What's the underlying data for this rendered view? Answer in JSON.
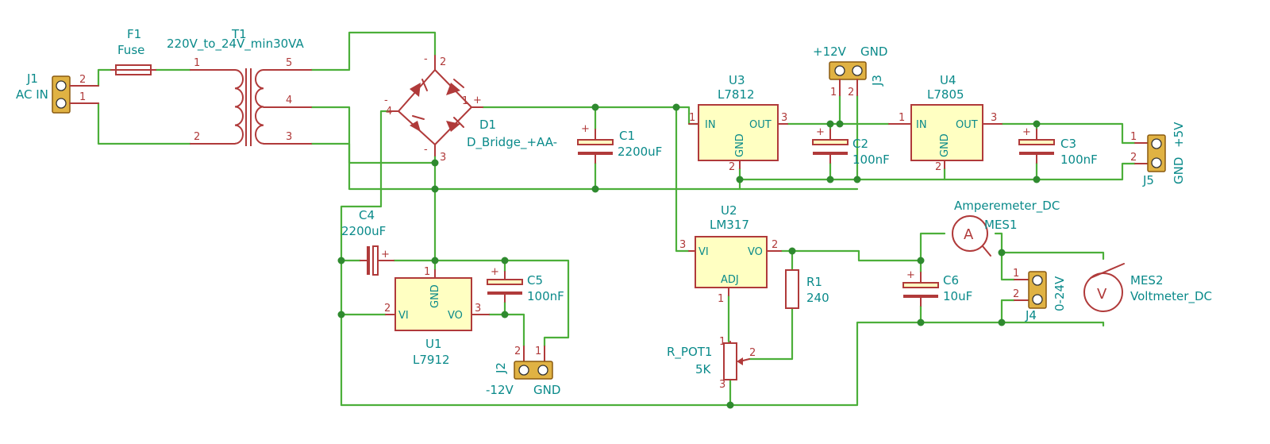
{
  "components": {
    "j1": {
      "ref": "J1",
      "value": "AC IN",
      "pins": [
        "2",
        "1"
      ]
    },
    "f1": {
      "ref": "F1",
      "value": "Fuse"
    },
    "t1": {
      "ref": "T1",
      "value": "220V_to_24V_min30VA",
      "pins": [
        "1",
        "2",
        "5",
        "4",
        "3"
      ]
    },
    "d1": {
      "ref": "D1",
      "value": "D_Bridge_+AA-",
      "pins": [
        "2",
        "4",
        "3",
        "1"
      ],
      "signs": [
        "-",
        "-",
        "-",
        "+"
      ]
    },
    "c1": {
      "ref": "C1",
      "value": "2200uF"
    },
    "u3": {
      "ref": "U3",
      "value": "L7812",
      "pin_in": "IN",
      "pin_out": "OUT",
      "pin_gnd": "GND",
      "pins": [
        "1",
        "3",
        "2"
      ]
    },
    "j3": {
      "ref": "J3",
      "label_a": "+12V",
      "label_b": "GND",
      "pins": [
        "1",
        "2"
      ]
    },
    "c2": {
      "ref": "C2",
      "value": "100nF"
    },
    "u4": {
      "ref": "U4",
      "value": "L7805",
      "pin_in": "IN",
      "pin_out": "OUT",
      "pin_gnd": "GND",
      "pins": [
        "1",
        "3",
        "2"
      ]
    },
    "c3": {
      "ref": "C3",
      "value": "100nF"
    },
    "j5": {
      "ref": "J5",
      "label_a": "+5V",
      "label_b": "GND",
      "pins": [
        "1",
        "2"
      ]
    },
    "u2": {
      "ref": "U2",
      "value": "LM317",
      "pin_vi": "VI",
      "pin_vo": "VO",
      "pin_adj": "ADJ",
      "pins": [
        "3",
        "2",
        "1"
      ]
    },
    "r1": {
      "ref": "R1",
      "value": "240"
    },
    "rpot1": {
      "ref": "R_POT1",
      "value": "5K",
      "pins": [
        "1",
        "2",
        "3"
      ]
    },
    "c6": {
      "ref": "C6",
      "value": "10uF"
    },
    "mes1": {
      "ref": "MES1",
      "value": "Amperemeter_DC",
      "symbol": "A"
    },
    "mes2": {
      "ref": "MES2",
      "value": "Voltmeter_DC",
      "symbol": "V"
    },
    "j4": {
      "ref": "J4",
      "value": "0-24V",
      "pins": [
        "1",
        "2"
      ]
    },
    "c4": {
      "ref": "C4",
      "value": "2200uF"
    },
    "u1": {
      "ref": "U1",
      "value": "L7912",
      "pin_vi": "VI",
      "pin_vo": "VO",
      "pin_gnd": "GND",
      "pins": [
        "2",
        "3",
        "1"
      ]
    },
    "c5": {
      "ref": "C5",
      "value": "100nF"
    },
    "j2": {
      "ref": "J2",
      "label_a": "-12V",
      "label_b": "GND",
      "pins": [
        "2",
        "1"
      ]
    }
  },
  "plus_sign": "+",
  "colors": {
    "wire": "#4caf3a",
    "component": "#b03a3a",
    "label": "#0a8a8a",
    "body_fill": "#ffffc2",
    "terminal": "#e0b243"
  }
}
